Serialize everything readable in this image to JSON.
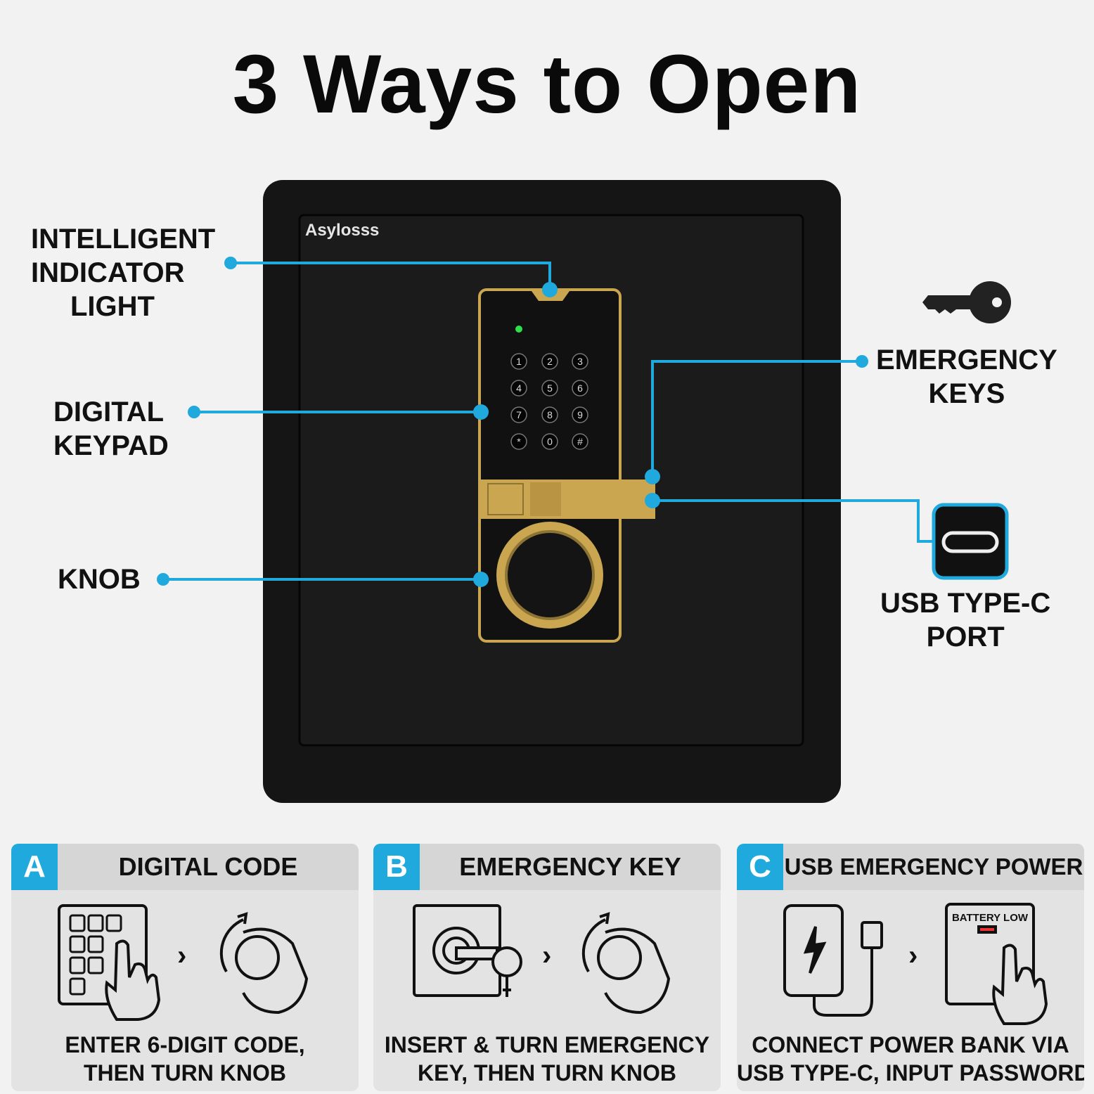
{
  "title": "3 Ways to Open",
  "brand": "Asylosss",
  "callouts": {
    "indicator": [
      "INTELLIGENT",
      "INDICATOR",
      "LIGHT"
    ],
    "keypad": [
      "DIGITAL",
      "KEYPAD"
    ],
    "knob": [
      "KNOB"
    ],
    "keys": [
      "EMERGENCY",
      "KEYS"
    ],
    "usb": [
      "USB TYPE-C",
      "PORT"
    ]
  },
  "keypad": {
    "keys": [
      "1",
      "2",
      "3",
      "4",
      "5",
      "6",
      "7",
      "8",
      "9",
      "*",
      "0",
      "#"
    ]
  },
  "panels": [
    {
      "letter": "A",
      "title": "DIGITAL CODE",
      "desc": [
        "ENTER 6-DIGIT CODE,",
        "THEN TURN KNOB"
      ]
    },
    {
      "letter": "B",
      "title": "EMERGENCY KEY",
      "desc": [
        "INSERT & TURN EMERGENCY",
        "KEY, THEN TURN KNOB"
      ]
    },
    {
      "letter": "C",
      "title": "USB EMERGENCY POWER",
      "desc": [
        "CONNECT POWER BANK VIA",
        "USB TYPE-C, INPUT PASSWORD"
      ]
    }
  ],
  "panel_c_screen": "BATTERY LOW",
  "icons": {
    "key": "key-icon",
    "usb": "usb-c-port-icon",
    "arrow": "chevron-right-icon",
    "hand": "hand-press-icon",
    "knob": "knob-turn-icon",
    "battery": "power-bank-icon"
  },
  "colors": {
    "accent": "#1fa9dc",
    "safe_body": "#141414",
    "gold": "#c9a64f",
    "indicator_green": "#2ee04a"
  }
}
